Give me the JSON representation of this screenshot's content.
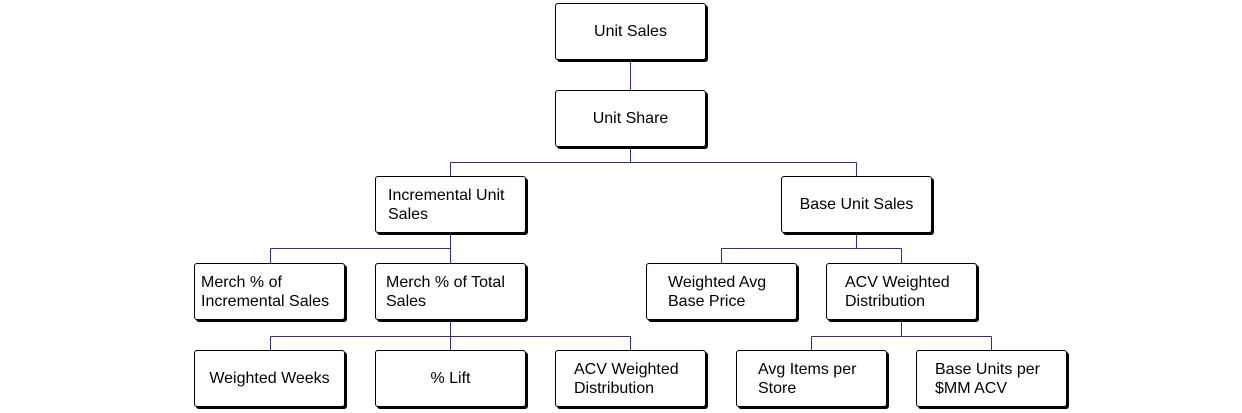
{
  "diagram": {
    "nodes": [
      {
        "id": "unit-sales",
        "label": "Unit Sales",
        "parent": null
      },
      {
        "id": "unit-share",
        "label": "Unit Share",
        "parent": "unit-sales"
      },
      {
        "id": "incremental-unit-sales",
        "label": "Incremental Unit\nSales",
        "parent": "unit-share"
      },
      {
        "id": "base-unit-sales",
        "label": "Base Unit Sales",
        "parent": "unit-share"
      },
      {
        "id": "merch-pct-incremental",
        "label": "Merch % of\nIncremental Sales",
        "parent": "incremental-unit-sales"
      },
      {
        "id": "merch-pct-total",
        "label": "Merch % of Total\nSales",
        "parent": "incremental-unit-sales"
      },
      {
        "id": "weighted-avg-base-price",
        "label": "Weighted Avg\nBase Price",
        "parent": "base-unit-sales"
      },
      {
        "id": "acv-weighted-distribution-base",
        "label": "ACV Weighted\nDistribution",
        "parent": "base-unit-sales"
      },
      {
        "id": "weighted-weeks",
        "label": "Weighted Weeks",
        "parent": "merch-pct-total"
      },
      {
        "id": "pct-lift",
        "label": "% Lift",
        "parent": "merch-pct-total"
      },
      {
        "id": "acv-weighted-distribution-merch",
        "label": "ACV Weighted\nDistribution",
        "parent": "merch-pct-total"
      },
      {
        "id": "avg-items-per-store",
        "label": "Avg Items per\nStore",
        "parent": "acv-weighted-distribution-base"
      },
      {
        "id": "base-units-per-mm-acv",
        "label": "Base Units per\n$MM ACV",
        "parent": "acv-weighted-distribution-base"
      }
    ],
    "connector_color": "#2b2b9a"
  }
}
